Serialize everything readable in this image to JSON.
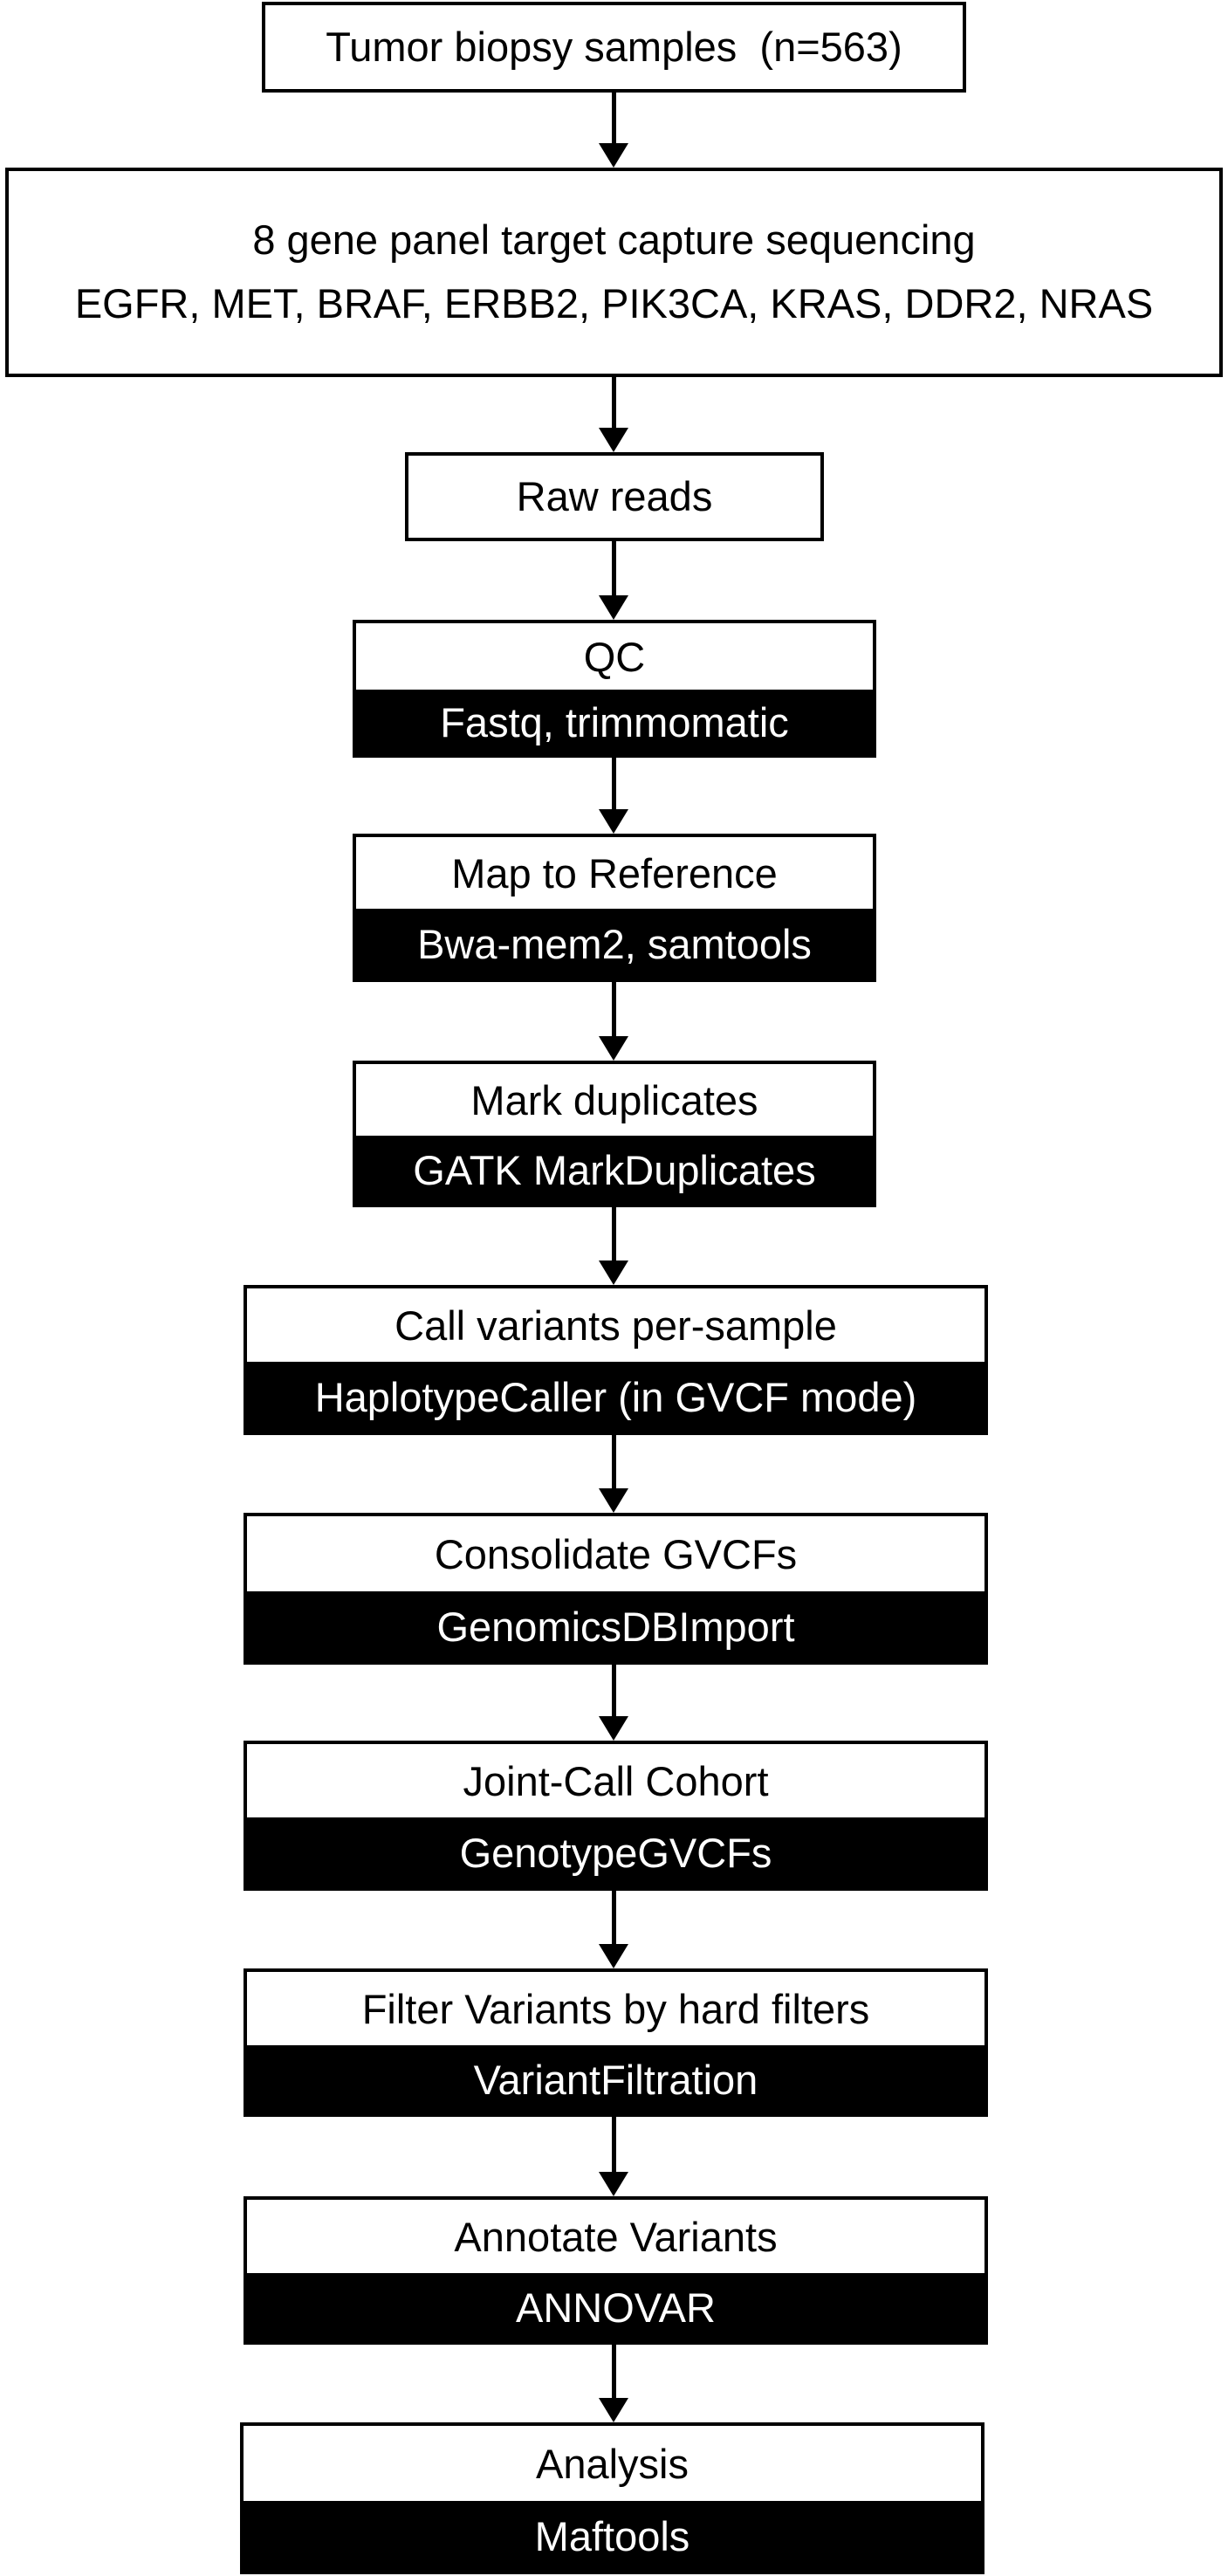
{
  "diagram": {
    "input": "Tumor biopsy samples  (n=563)",
    "sequencing": {
      "title": "8 gene panel target capture sequencing",
      "genes": "EGFR, MET, BRAF, ERBB2, PIK3CA, KRAS, DDR2, NRAS"
    },
    "raw_reads": "Raw reads",
    "steps": [
      {
        "title": "QC",
        "tool": "Fastq, trimmomatic"
      },
      {
        "title": "Map to Reference",
        "tool": "Bwa-mem2, samtools"
      },
      {
        "title": "Mark duplicates",
        "tool": "GATK MarkDuplicates"
      },
      {
        "title": "Call variants per-sample",
        "tool": "HaplotypeCaller (in GVCF mode)"
      },
      {
        "title": "Consolidate GVCFs",
        "tool": "GenomicsDBImport"
      },
      {
        "title": "Joint-Call Cohort",
        "tool": "GenotypeGVCFs"
      },
      {
        "title": "Filter Variants by hard filters",
        "tool": "VariantFiltration"
      },
      {
        "title": "Annotate Variants",
        "tool": "ANNOVAR"
      },
      {
        "title": "Analysis",
        "tool": "Maftools"
      }
    ]
  }
}
